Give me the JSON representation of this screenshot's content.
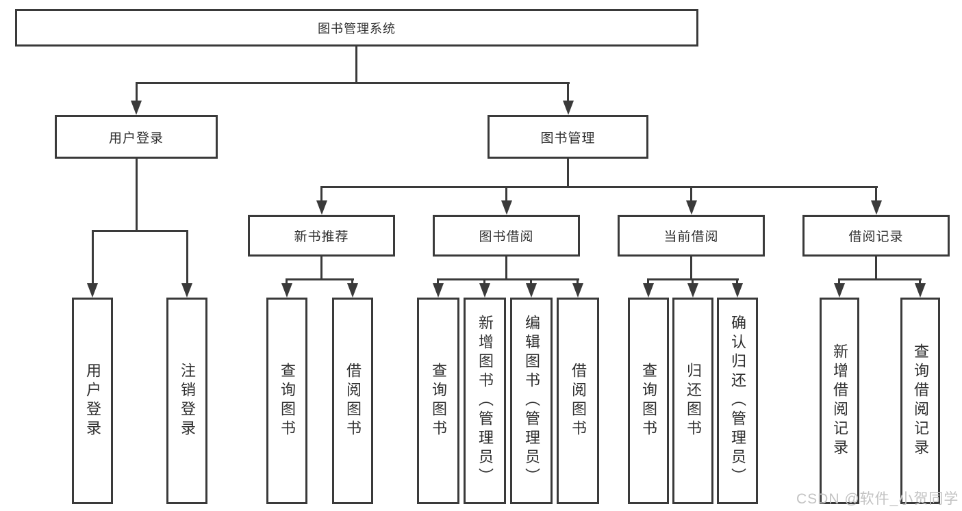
{
  "diagram": {
    "root": "图书管理系统",
    "level2": {
      "user_login": "用户登录",
      "book_mgmt": "图书管理"
    },
    "level3": {
      "new_books": "新书推荐",
      "borrowing": "图书借阅",
      "current": "当前借阅",
      "records": "借阅记录"
    },
    "leaves": {
      "login": [
        "用户登录",
        "注销登录"
      ],
      "new_books": [
        "查询图书",
        "借阅图书"
      ],
      "borrowing": [
        "查询图书",
        "新增图书（管理员）",
        "编辑图书（管理员）",
        "借阅图书"
      ],
      "current": [
        "查询图书",
        "归还图书",
        "确认归还（管理员）"
      ],
      "records": [
        "新增借阅记录",
        "查询借阅记录"
      ]
    }
  },
  "watermark": "CSDN @软件_小贺同学",
  "colors": {
    "line": "#3a3a3a",
    "text": "#2f2f2f",
    "watermark": "#c3c3c3",
    "background": "#ffffff"
  }
}
